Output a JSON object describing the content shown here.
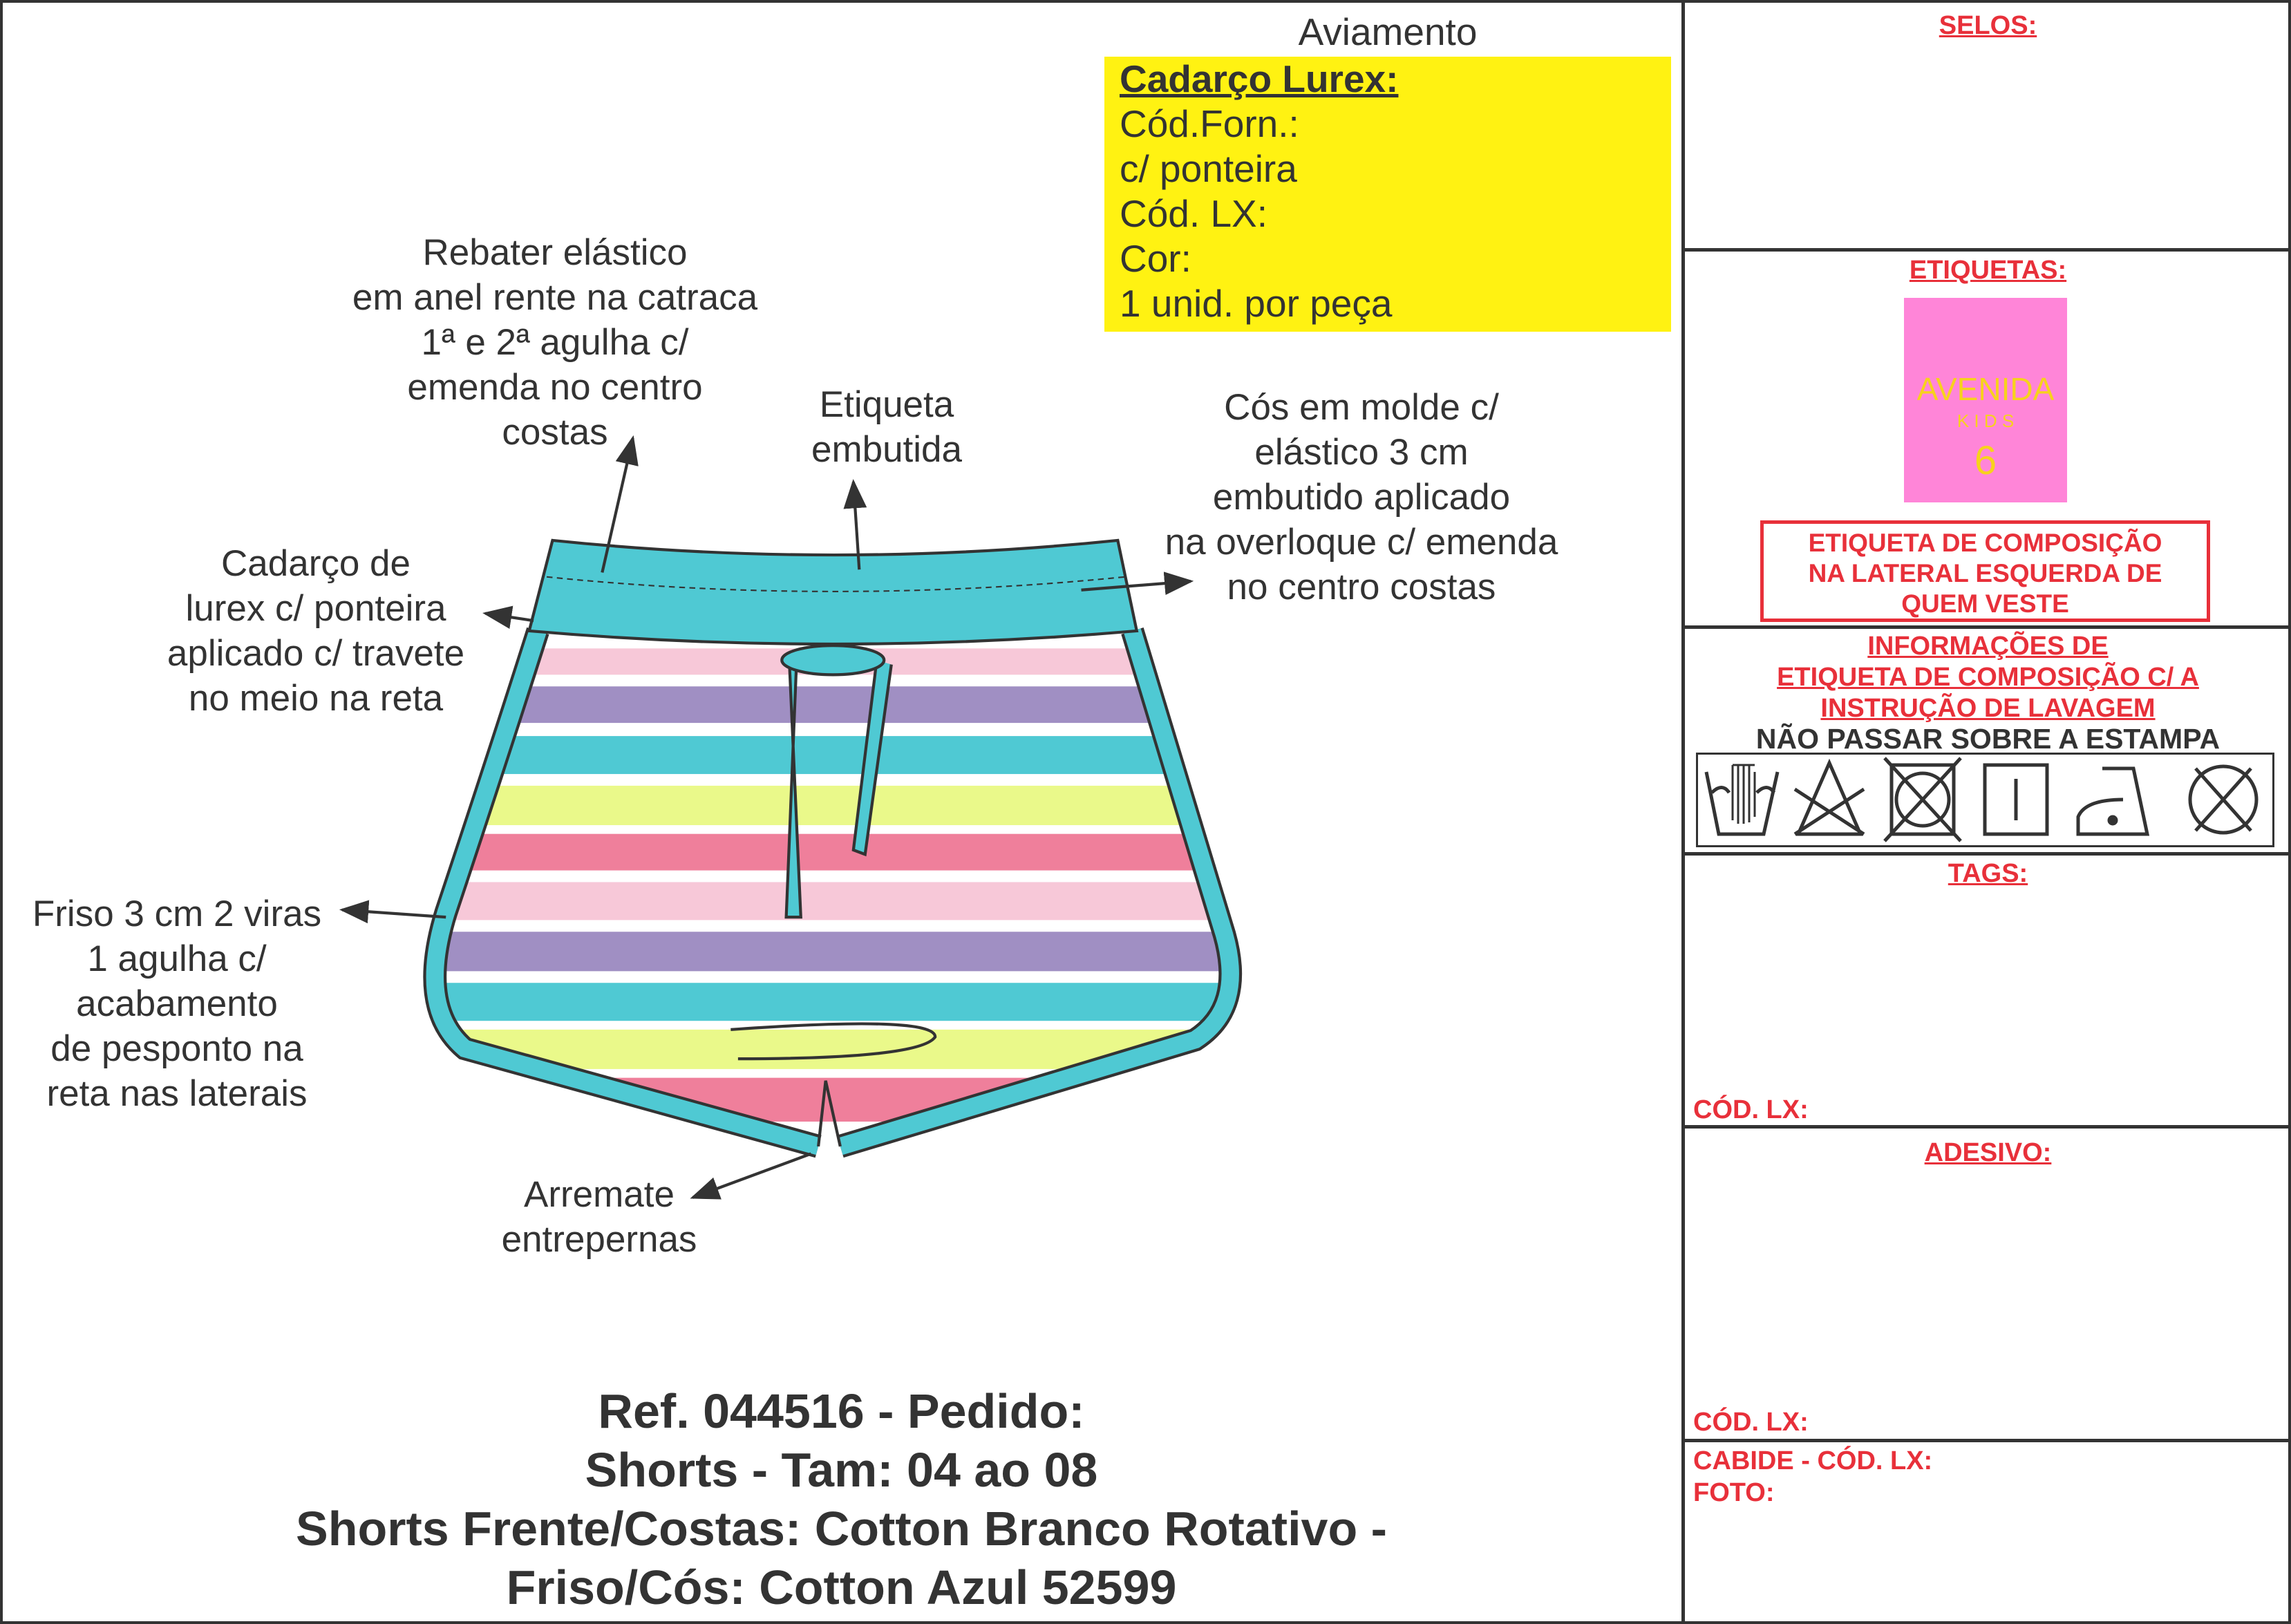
{
  "aviamento": {
    "heading": "Aviamento",
    "item_title": "Cadarço Lurex:",
    "lines": [
      "Cód.Forn.:",
      "c/ ponteira",
      "Cód. LX:",
      "Cor:",
      "1 unid. por peça"
    ]
  },
  "annotations": {
    "rebater": [
      "Rebater elástico",
      "em anel rente na catraca",
      "1ª e 2ª agulha c/",
      "emenda no centro",
      "costas"
    ],
    "etiqueta": [
      "Etiqueta",
      "embutida"
    ],
    "cos": [
      "Cós em molde c/",
      "elástico 3 cm",
      "embutido aplicado",
      "na overloque c/ emenda",
      "no centro costas"
    ],
    "cadarco": [
      "Cadarço de",
      "lurex c/ ponteira",
      "aplicado c/ travete",
      "no meio na reta"
    ],
    "friso": [
      "Friso 3 cm 2 viras",
      "1 agulha c/",
      "acabamento",
      "de pesponto na",
      "reta nas laterais"
    ],
    "arremate": [
      "Arremate",
      "entrepernas"
    ]
  },
  "title_block": [
    "Ref. 044516 - Pedido:",
    "Shorts - Tam: 04 ao 08",
    "Shorts Frente/Costas: Cotton Branco Rotativo -",
    "Friso/Cós: Cotton Azul 52599"
  ],
  "side_panel": {
    "selos": "SELOS:",
    "etiquetas": "ETIQUETAS:",
    "label": {
      "brand": "AVENIDA",
      "sub": "K I D S",
      "size": "6"
    },
    "composicao_box": [
      "ETIQUETA DE COMPOSIÇÃO",
      "NA LATERAL ESQUERDA DE",
      "QUEM VESTE"
    ],
    "info_heading": [
      "INFORMAÇÕES DE",
      "ETIQUETA DE COMPOSIÇÃO C/ A",
      "INSTRUÇÃO DE LAVAGEM"
    ],
    "warning": "NÃO PASSAR SOBRE A ESTAMPA",
    "care_symbols": [
      "hand-wash-icon",
      "no-bleach-icon",
      "no-tumble-dry-icon",
      "line-dry-icon",
      "iron-low-icon",
      "no-dry-clean-icon"
    ],
    "tags": "TAGS:",
    "cod_lx_1": "CÓD. LX:",
    "adesivo": "ADESIVO:",
    "cod_lx_2": "CÓD. LX:",
    "cabide": "CABIDE - CÓD. LX:",
    "foto": "FOTO:"
  },
  "colors": {
    "accent_red": "#e8303a",
    "yellow": "#fff212",
    "pink_label": "#ff85d8",
    "trim": "#4fc9d3"
  }
}
